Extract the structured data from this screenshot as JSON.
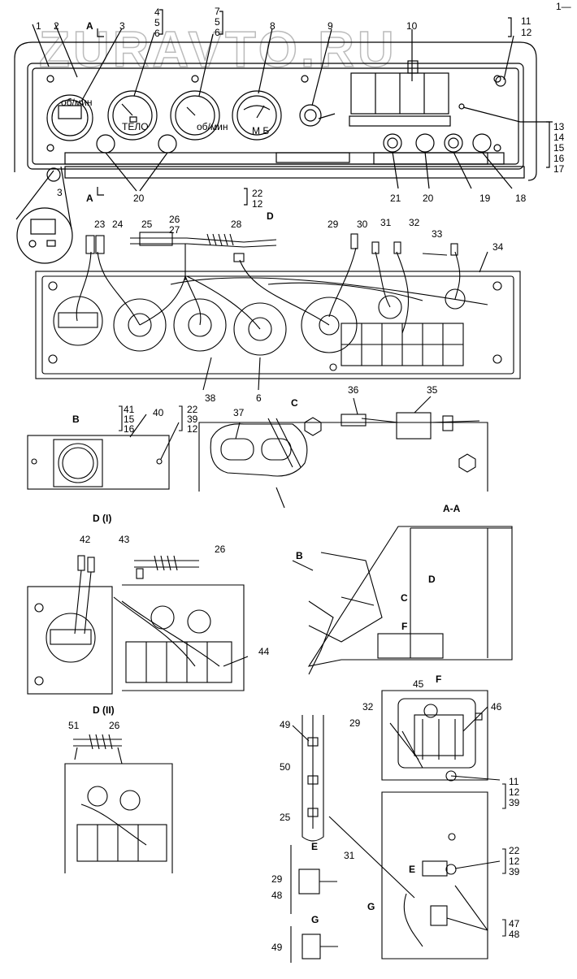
{
  "watermark": "ZURAVTO.RU",
  "corner_mark": "1—",
  "gauge_texts": {
    "tach_unit": "об/мин",
    "gauge2_text": "ТЕЛО",
    "gauge3_text": "об/мин",
    "gauge4_text": "М Б"
  },
  "labels": [
    {
      "id": "1",
      "t": "1"
    },
    {
      "id": "2",
      "t": "2"
    },
    {
      "id": "3",
      "t": "3"
    },
    {
      "id": "4",
      "t": "4"
    },
    {
      "id": "5",
      "t": "5"
    },
    {
      "id": "6",
      "t": "6"
    },
    {
      "id": "7",
      "t": "7"
    },
    {
      "id": "5b",
      "t": "5"
    },
    {
      "id": "6b",
      "t": "6"
    },
    {
      "id": "8",
      "t": "8"
    },
    {
      "id": "9",
      "t": "9"
    },
    {
      "id": "10",
      "t": "10"
    },
    {
      "id": "11",
      "t": "11"
    },
    {
      "id": "12",
      "t": "12"
    },
    {
      "id": "13",
      "t": "13"
    },
    {
      "id": "14",
      "t": "14"
    },
    {
      "id": "15",
      "t": "15"
    },
    {
      "id": "16",
      "t": "16"
    },
    {
      "id": "17",
      "t": "17"
    },
    {
      "id": "20a",
      "t": "20"
    },
    {
      "id": "22",
      "t": "22"
    },
    {
      "id": "12b",
      "t": "12"
    },
    {
      "id": "21",
      "t": "21"
    },
    {
      "id": "20b",
      "t": "20"
    },
    {
      "id": "19",
      "t": "19"
    },
    {
      "id": "18",
      "t": "18"
    },
    {
      "id": "3b",
      "t": "3"
    },
    {
      "id": "23",
      "t": "23"
    },
    {
      "id": "24",
      "t": "24"
    },
    {
      "id": "25",
      "t": "25"
    },
    {
      "id": "26",
      "t": "26"
    },
    {
      "id": "27",
      "t": "27"
    },
    {
      "id": "28",
      "t": "28"
    },
    {
      "id": "29",
      "t": "29"
    },
    {
      "id": "30",
      "t": "30"
    },
    {
      "id": "31",
      "t": "31"
    },
    {
      "id": "32",
      "t": "32"
    },
    {
      "id": "33",
      "t": "33"
    },
    {
      "id": "34",
      "t": "34"
    },
    {
      "id": "38",
      "t": "38"
    },
    {
      "id": "6c",
      "t": "6"
    },
    {
      "id": "41",
      "t": "41"
    },
    {
      "id": "15b",
      "t": "15"
    },
    {
      "id": "16b",
      "t": "16"
    },
    {
      "id": "40",
      "t": "40"
    },
    {
      "id": "22b",
      "t": "22"
    },
    {
      "id": "39",
      "t": "39"
    },
    {
      "id": "12c",
      "t": "12"
    },
    {
      "id": "37",
      "t": "37"
    },
    {
      "id": "36",
      "t": "36"
    },
    {
      "id": "35",
      "t": "35"
    },
    {
      "id": "42",
      "t": "42"
    },
    {
      "id": "43",
      "t": "43"
    },
    {
      "id": "26b",
      "t": "26"
    },
    {
      "id": "44",
      "t": "44"
    },
    {
      "id": "51",
      "t": "51"
    },
    {
      "id": "26c",
      "t": "26"
    },
    {
      "id": "45",
      "t": "45"
    },
    {
      "id": "32b",
      "t": "32"
    },
    {
      "id": "46",
      "t": "46"
    },
    {
      "id": "29b",
      "t": "29"
    },
    {
      "id": "11b",
      "t": "11"
    },
    {
      "id": "12d",
      "t": "12"
    },
    {
      "id": "39b",
      "t": "39"
    },
    {
      "id": "49",
      "t": "49"
    },
    {
      "id": "50",
      "t": "50"
    },
    {
      "id": "25b",
      "t": "25"
    },
    {
      "id": "22c",
      "t": "22"
    },
    {
      "id": "12e",
      "t": "12"
    },
    {
      "id": "39c",
      "t": "39"
    },
    {
      "id": "31b",
      "t": "31"
    },
    {
      "id": "29c",
      "t": "29"
    },
    {
      "id": "48",
      "t": "48"
    },
    {
      "id": "49b",
      "t": "49"
    },
    {
      "id": "47",
      "t": "47"
    },
    {
      "id": "48b",
      "t": "48"
    }
  ],
  "view_labels": [
    {
      "id": "A1",
      "t": "A"
    },
    {
      "id": "A2",
      "t": "A"
    },
    {
      "id": "D",
      "t": "D"
    },
    {
      "id": "B",
      "t": "B"
    },
    {
      "id": "C",
      "t": "C"
    },
    {
      "id": "DI",
      "t": "D (I)"
    },
    {
      "id": "AA",
      "t": "A-A"
    },
    {
      "id": "Bs",
      "t": "B"
    },
    {
      "id": "Ds",
      "t": "D"
    },
    {
      "id": "Cs",
      "t": "C"
    },
    {
      "id": "Fs",
      "t": "F"
    },
    {
      "id": "F",
      "t": "F"
    },
    {
      "id": "DII",
      "t": "D (II)"
    },
    {
      "id": "E1",
      "t": "E"
    },
    {
      "id": "E2",
      "t": "E"
    },
    {
      "id": "G1",
      "t": "G"
    },
    {
      "id": "G2",
      "t": "G"
    }
  ]
}
